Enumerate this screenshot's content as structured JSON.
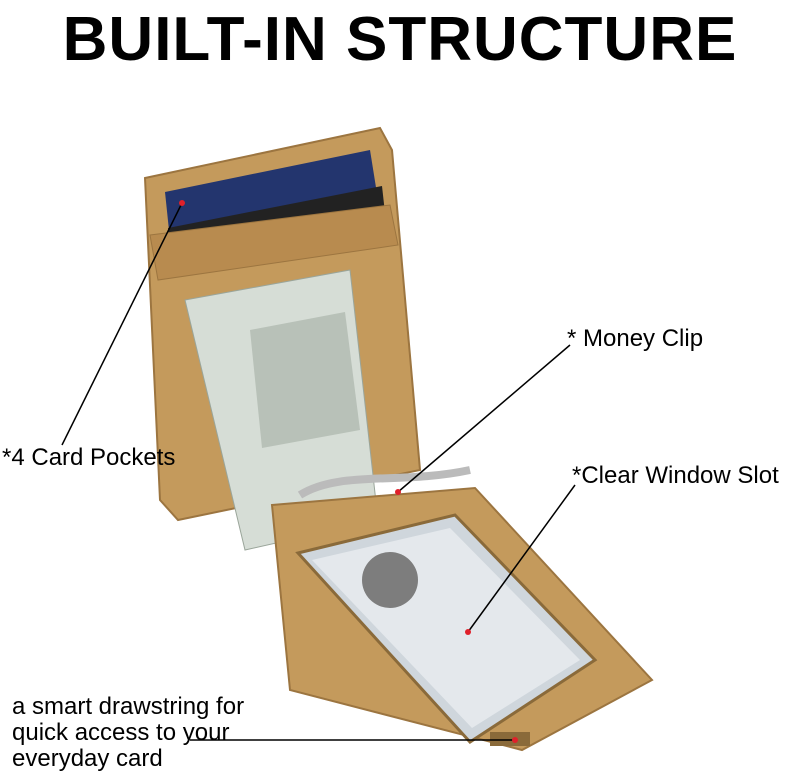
{
  "title": "BUILT-IN STRUCTURE",
  "labels": {
    "money_clip": "* Money Clip",
    "card_pockets": "*4 Card Pockets",
    "clear_window": "*Clear Window Slot",
    "drawstring_1": "a smart drawstring for",
    "drawstring_2": "quick access to your",
    "drawstring_3": "everyday card"
  },
  "colors": {
    "leather": "#c49a5c",
    "leather_dark": "#9c7540",
    "marker": "#e0202a"
  }
}
